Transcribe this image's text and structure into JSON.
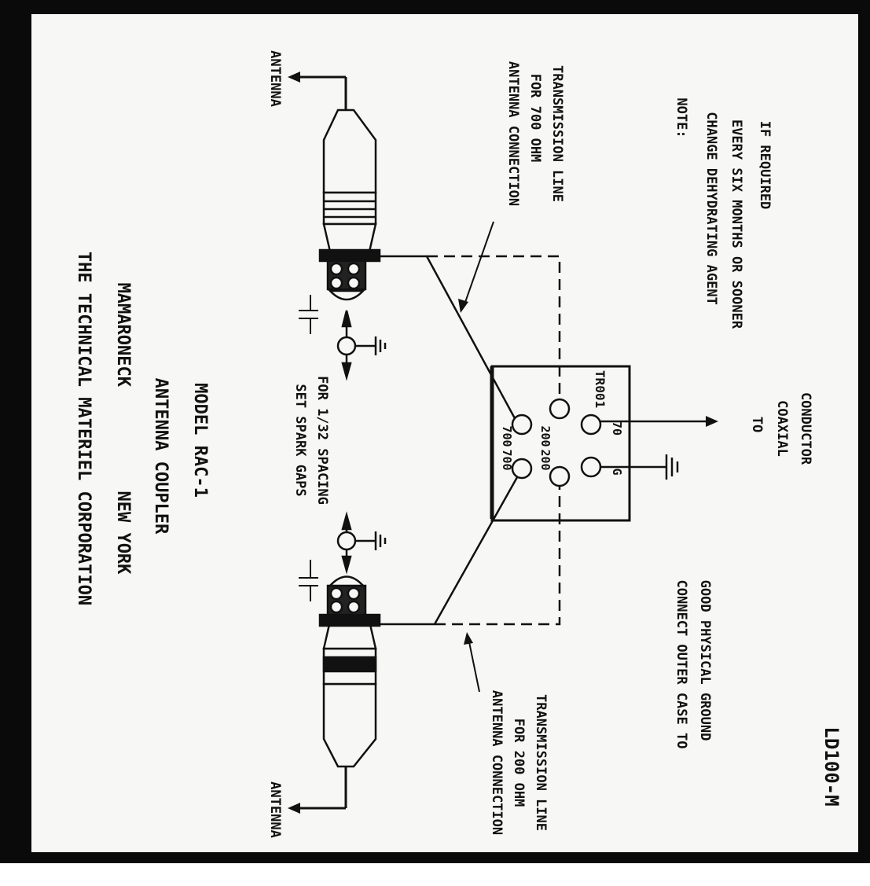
{
  "title_block": {
    "line1": "THE TECHNICAL MATERIEL CORPORATION",
    "line2": "MAMARONECK          NEW YORK",
    "line3": "ANTENNA COUPLER",
    "line4": "MODEL RAC-1"
  },
  "labels": {
    "antenna_top": "ANTENNA",
    "antenna_bottom": "ANTENNA",
    "spark_gap_1": "SET SPARK GAPS",
    "spark_gap_2": "FOR 1/32 SPACING",
    "conn700_1": "ANTENNA CONNECTION",
    "conn700_2": "FOR 700 OHM",
    "conn700_3": "TRANSMISSION LINE",
    "conn200_1": "ANTENNA CONNECTION",
    "conn200_2": "FOR 200 OHM",
    "conn200_3": "TRANSMISSION LINE",
    "coax_1": "TO",
    "coax_2": "COAXIAL",
    "coax_3": "CONDUCTOR",
    "ground_1": "CONNECT OUTER CASE TO",
    "ground_2": "GOOD PHYSICAL GROUND",
    "note_1": "NOTE:",
    "note_2": "CHANGE DEHYDRATING AGENT",
    "note_3": "EVERY SIX MONTHS OR SOONER",
    "note_4": "IF REQUIRED",
    "doc_number": "LD100-M"
  },
  "terminal_board": {
    "label": "TR001",
    "terminals": [
      "700",
      "700",
      "200",
      "200",
      "70",
      "G"
    ]
  }
}
